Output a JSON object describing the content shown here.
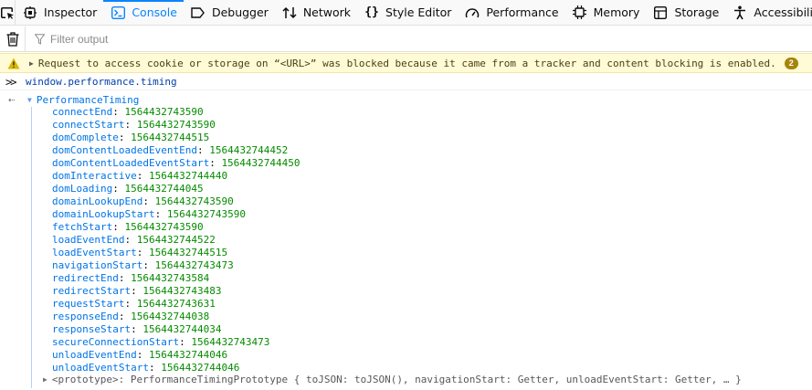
{
  "toolbar": {
    "tabs": [
      {
        "label": "Inspector",
        "icon": "inspector-icon"
      },
      {
        "label": "Console",
        "icon": "console-icon",
        "selected": true
      },
      {
        "label": "Debugger",
        "icon": "debugger-icon"
      },
      {
        "label": "Network",
        "icon": "network-icon"
      },
      {
        "label": "Style Editor",
        "icon": "style-editor-icon"
      },
      {
        "label": "Performance",
        "icon": "performance-icon"
      },
      {
        "label": "Memory",
        "icon": "memory-icon"
      },
      {
        "label": "Storage",
        "icon": "storage-icon"
      },
      {
        "label": "Accessibility",
        "icon": "accessibility-icon"
      }
    ],
    "accent": "#0a84ff"
  },
  "filter": {
    "placeholder": "Filter output"
  },
  "warning": {
    "message": "Request to access cookie or storage on “<URL>” was blocked because it came from a tracker and content blocking is enabled.",
    "count": "2",
    "background": "#fffbd6"
  },
  "console": {
    "command": "window.performance.timing",
    "result": {
      "object_name": "PerformanceTiming",
      "properties": [
        {
          "name": "connectEnd",
          "value": "1564432743590"
        },
        {
          "name": "connectStart",
          "value": "1564432743590"
        },
        {
          "name": "domComplete",
          "value": "1564432744515"
        },
        {
          "name": "domContentLoadedEventEnd",
          "value": "1564432744452"
        },
        {
          "name": "domContentLoadedEventStart",
          "value": "1564432744450"
        },
        {
          "name": "domInteractive",
          "value": "1564432744440"
        },
        {
          "name": "domLoading",
          "value": "1564432744045"
        },
        {
          "name": "domainLookupEnd",
          "value": "1564432743590"
        },
        {
          "name": "domainLookupStart",
          "value": "1564432743590"
        },
        {
          "name": "fetchStart",
          "value": "1564432743590"
        },
        {
          "name": "loadEventEnd",
          "value": "1564432744522"
        },
        {
          "name": "loadEventStart",
          "value": "1564432744515"
        },
        {
          "name": "navigationStart",
          "value": "1564432743473"
        },
        {
          "name": "redirectEnd",
          "value": "1564432743584"
        },
        {
          "name": "redirectStart",
          "value": "1564432743483"
        },
        {
          "name": "requestStart",
          "value": "1564432743631"
        },
        {
          "name": "responseEnd",
          "value": "1564432744038"
        },
        {
          "name": "responseStart",
          "value": "1564432744034"
        },
        {
          "name": "secureConnectionStart",
          "value": "1564432743473"
        },
        {
          "name": "unloadEventEnd",
          "value": "1564432744046"
        },
        {
          "name": "unloadEventStart",
          "value": "1564432744046"
        }
      ],
      "prototype": "<prototype>: PerformanceTimingPrototype { toJSON: toJSON(), navigationStart: Getter, unloadEventStart: Getter, … }"
    }
  }
}
